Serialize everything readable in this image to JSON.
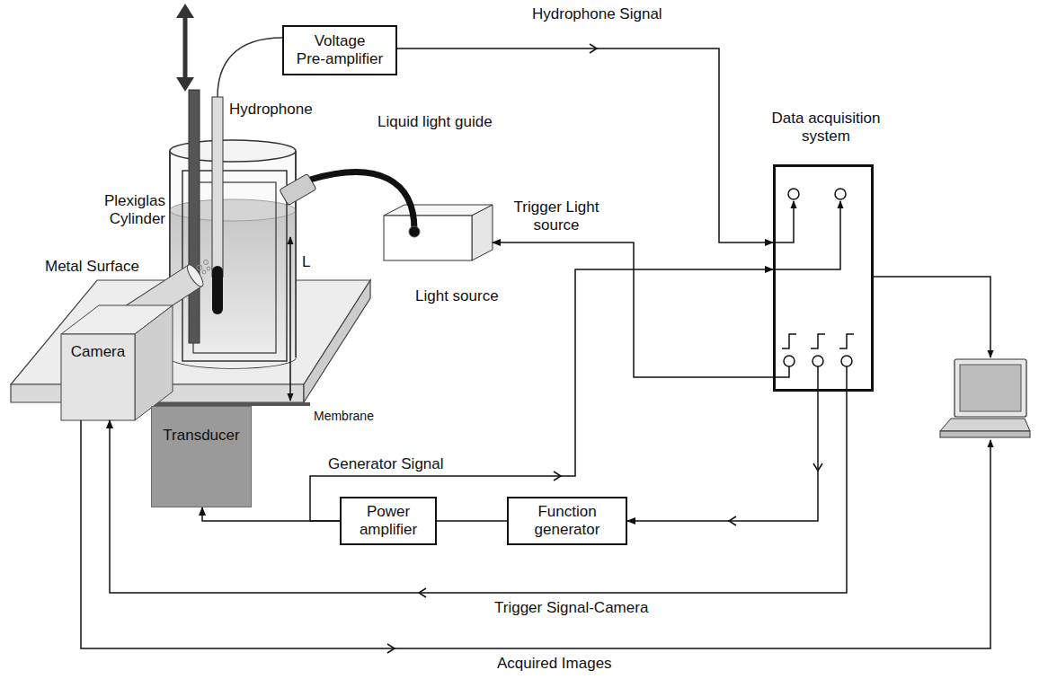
{
  "diagram": {
    "nodes": [
      {
        "text": [
          "Voltage Pre-amplifier"
        ]
      },
      {
        "text": [
          "Data acquisition system"
        ]
      },
      {
        "text": [
          "Light source"
        ]
      },
      {
        "text": [
          "Camera"
        ]
      },
      {
        "text": [
          "Transducer"
        ]
      },
      {
        "text": [
          "Power amplifier"
        ]
      },
      {
        "text": [
          "Function generator"
        ]
      }
    ],
    "edges": [
      {
        "from": 0,
        "to": 1,
        "label": "Hydrophone Signal",
        "arrow": "to"
      },
      {
        "from": 1,
        "to": 2,
        "label": "Trigger Light source",
        "arrow": "to"
      },
      {
        "from": 5,
        "to": 1,
        "label": "Generator Signal",
        "arrow": "to"
      },
      {
        "from": 1,
        "to": 6,
        "arrow": "to"
      },
      {
        "from": 6,
        "to": 5,
        "arrow": "none"
      },
      {
        "from": 5,
        "to": 4,
        "arrow": "to"
      },
      {
        "from": 1,
        "to": 3,
        "label": "Trigger Signal-Camera",
        "arrow": "to"
      }
    ],
    "labels": [
      "Hydrophone",
      "Liquid light guide",
      "Plexiglas Cylinder",
      "Metal Surface",
      "L",
      "Membrane",
      "Acquired Images"
    ]
  }
}
